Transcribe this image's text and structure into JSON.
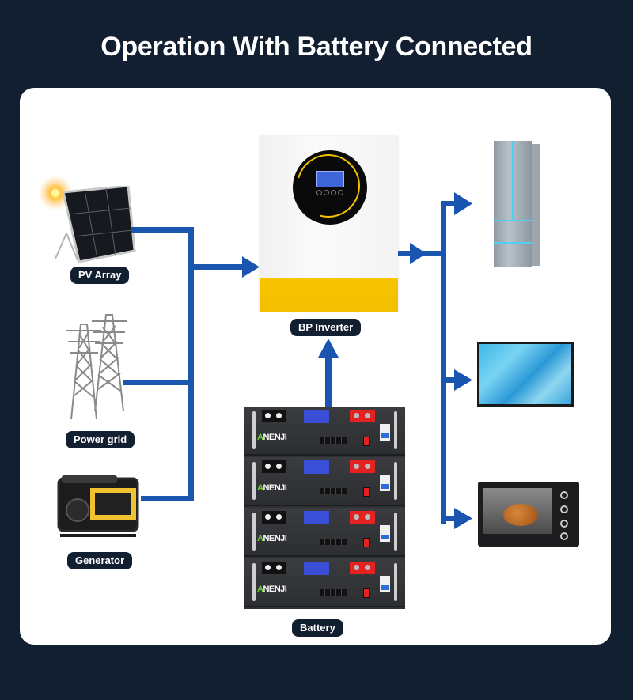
{
  "title": "Operation With Battery Connected",
  "colors": {
    "background": "#111f30",
    "card": "#ffffff",
    "flow_line": "#1a56b0",
    "label_bg": "#111f30",
    "inverter_accent": "#f9c400"
  },
  "sources": [
    {
      "id": "pv",
      "label": "PV Array",
      "icon": "solar-panel-icon"
    },
    {
      "id": "grid",
      "label": "Power grid",
      "icon": "power-tower-icon"
    },
    {
      "id": "generator",
      "label": "Generator",
      "icon": "generator-icon"
    }
  ],
  "inverter": {
    "label": "BP Inverter",
    "icon": "inverter-icon"
  },
  "battery": {
    "label": "Battery",
    "brand": "ANENJI",
    "modules": 4,
    "icon": "battery-rack-icon"
  },
  "loads": [
    {
      "id": "fridge",
      "icon": "refrigerator-icon"
    },
    {
      "id": "tv",
      "icon": "television-icon"
    },
    {
      "id": "oven",
      "icon": "oven-icon"
    }
  ]
}
